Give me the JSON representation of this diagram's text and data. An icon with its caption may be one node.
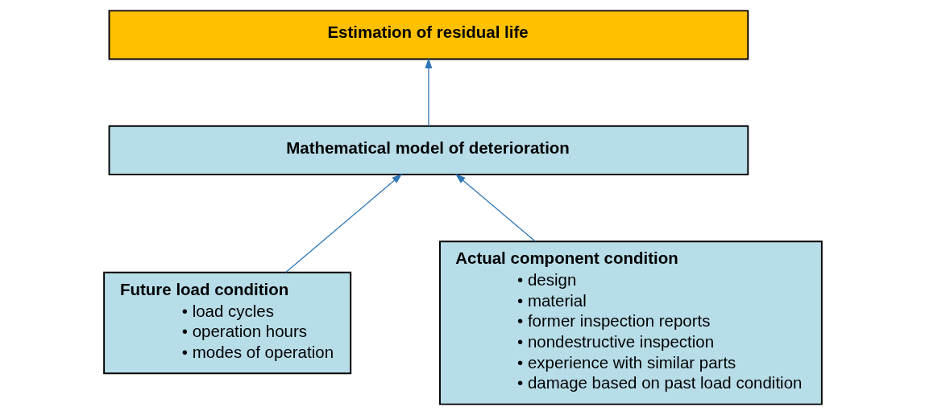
{
  "diagram": {
    "nodes": [
      {
        "text": [
          "Estimation of residual life"
        ]
      },
      {
        "text": [
          "Mathematical model of deterioration"
        ]
      },
      {
        "text": [
          "Future load condition",
          "• load cycles",
          "• operation hours",
          "• modes of operation"
        ]
      },
      {
        "text": [
          "Actual component condition",
          "• design",
          "• material",
          "• former inspection reports",
          "• nondestructive inspection",
          "• experience with similar parts",
          "• damage based on past load condition"
        ]
      }
    ],
    "edges": [
      {
        "from": 1,
        "to": 0,
        "arrow": "to"
      },
      {
        "from": 2,
        "to": 1,
        "arrow": "to"
      },
      {
        "from": 3,
        "to": 1,
        "arrow": "to"
      }
    ]
  }
}
